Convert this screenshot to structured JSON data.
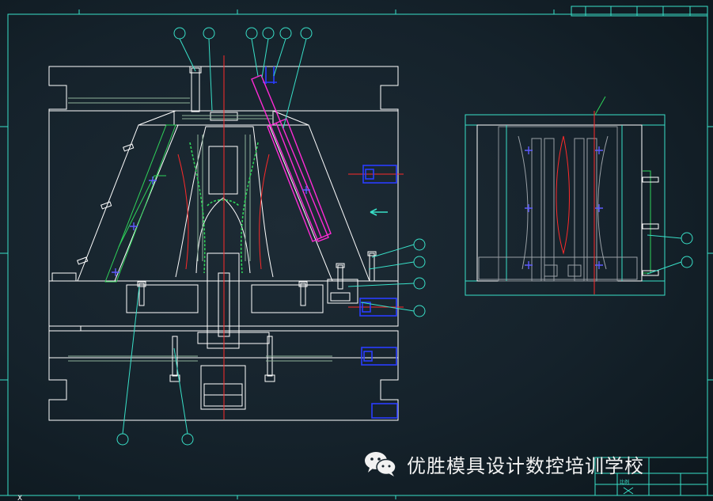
{
  "watermark": {
    "text": "优胜模具设计数控培训学校",
    "logo": "wechat-icon"
  },
  "drawing": {
    "corner_mark": "X",
    "title_block_mark": "比例"
  },
  "colors": {
    "background": "#15222b",
    "frame": "#39e0c8",
    "outline": "#ffffff",
    "slider": "#2fd35a",
    "centerline": "#ff2a2a",
    "blue_parts": "#2a3dff",
    "magenta_parts": "#ff2bd6"
  }
}
